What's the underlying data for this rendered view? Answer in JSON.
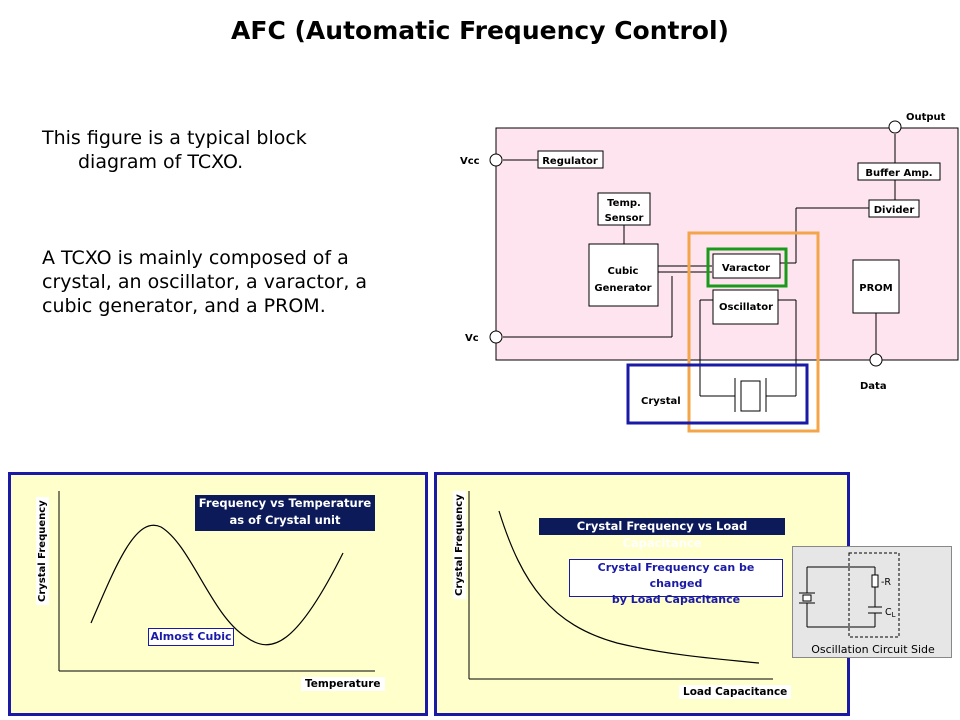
{
  "title": "AFC (Automatic Frequency Control)",
  "intro": {
    "line1": "This figure is a typical block",
    "line2": "diagram of TCXO.",
    "paragraph2": "A TCXO is mainly composed of a crystal, an oscillator, a varactor, a cubic generator, and a PROM."
  },
  "block_diagram": {
    "output": "Output",
    "vcc": "Vcc",
    "vc": "Vc",
    "data": "Data",
    "regulator": "Regulator",
    "buffer_amp": "Buffer Amp.",
    "divider": "Divider",
    "temp_sensor_line1": "Temp.",
    "temp_sensor_line2": "Sensor",
    "cubic_gen_line1": "Cubic",
    "cubic_gen_line2": "Generator",
    "varactor": "Varactor",
    "oscillator": "Oscillator",
    "prom": "PROM",
    "crystal": "Crystal",
    "colors": {
      "module_fill": "#fde4ef",
      "highlight_orange": "#f4a54a",
      "highlight_green": "#1a9a1a",
      "highlight_blue": "#1a1aa6"
    }
  },
  "left_chart": {
    "title_line1": "Frequency vs Temperature",
    "title_line2": "as of Crystal unit",
    "annotation": "Almost Cubic",
    "ylabel": "Crystal Frequency",
    "xlabel": "Temperature"
  },
  "right_chart": {
    "title": "Crystal Frequency vs Load Capacitance",
    "note_line1": "Crystal Frequency can be changed",
    "note_line2": "by Load Capacitance",
    "ylabel": "Crystal Frequency",
    "xlabel": "Load Capacitance"
  },
  "oscillation_inset": {
    "neg_r": "-R",
    "cl": "C",
    "cl_sub": "L",
    "caption": "Oscillation Circuit Side"
  }
}
